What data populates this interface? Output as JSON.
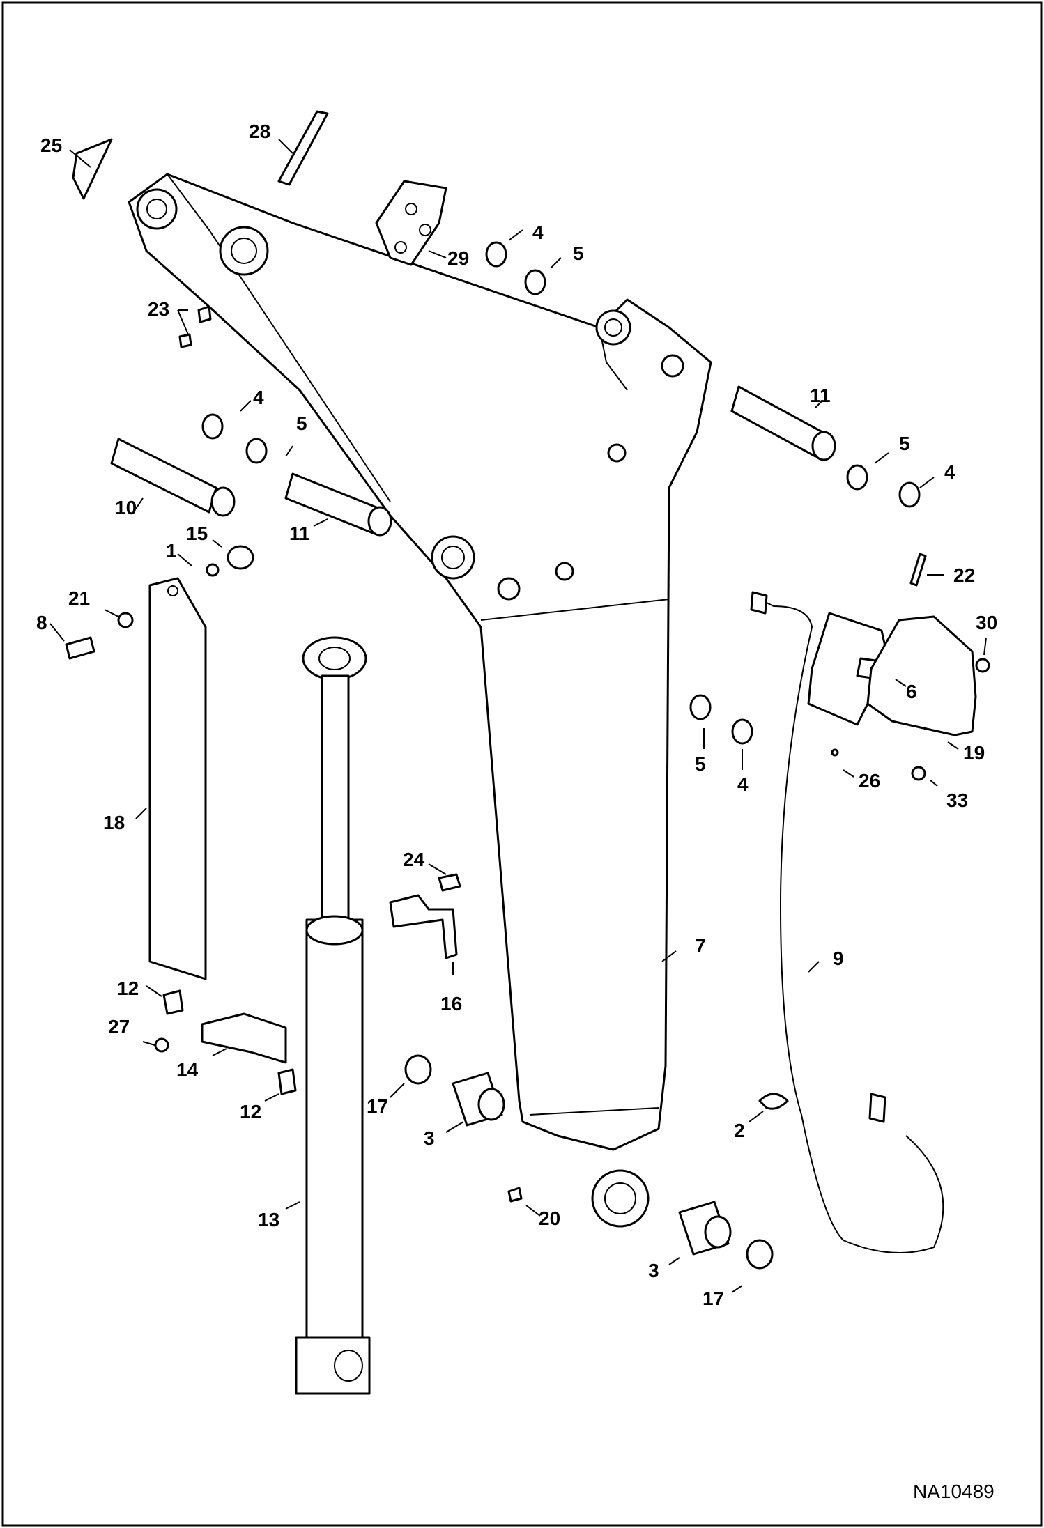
{
  "diagram": {
    "reference_number": "NA10489",
    "callouts": [
      {
        "id": "c25",
        "label": "25"
      },
      {
        "id": "c28",
        "label": "28"
      },
      {
        "id": "c29",
        "label": "29"
      },
      {
        "id": "c4a",
        "label": "4"
      },
      {
        "id": "c5a",
        "label": "5"
      },
      {
        "id": "c23",
        "label": "23"
      },
      {
        "id": "c4b",
        "label": "4"
      },
      {
        "id": "c5b",
        "label": "5"
      },
      {
        "id": "c11a",
        "label": "11"
      },
      {
        "id": "c5c",
        "label": "5"
      },
      {
        "id": "c4c",
        "label": "4"
      },
      {
        "id": "c10",
        "label": "10"
      },
      {
        "id": "c11b",
        "label": "11"
      },
      {
        "id": "c15",
        "label": "15"
      },
      {
        "id": "c1",
        "label": "1"
      },
      {
        "id": "c21",
        "label": "21"
      },
      {
        "id": "c8",
        "label": "8"
      },
      {
        "id": "c22",
        "label": "22"
      },
      {
        "id": "c30",
        "label": "30"
      },
      {
        "id": "c6",
        "label": "6"
      },
      {
        "id": "c19",
        "label": "19"
      },
      {
        "id": "c26",
        "label": "26"
      },
      {
        "id": "c33",
        "label": "33"
      },
      {
        "id": "c5d",
        "label": "5"
      },
      {
        "id": "c4d",
        "label": "4"
      },
      {
        "id": "c18",
        "label": "18"
      },
      {
        "id": "c24",
        "label": "24"
      },
      {
        "id": "c7",
        "label": "7"
      },
      {
        "id": "c9",
        "label": "9"
      },
      {
        "id": "c16",
        "label": "16"
      },
      {
        "id": "c12a",
        "label": "12"
      },
      {
        "id": "c27",
        "label": "27"
      },
      {
        "id": "c14",
        "label": "14"
      },
      {
        "id": "c12b",
        "label": "12"
      },
      {
        "id": "c17a",
        "label": "17"
      },
      {
        "id": "c3a",
        "label": "3"
      },
      {
        "id": "c2",
        "label": "2"
      },
      {
        "id": "c20",
        "label": "20"
      },
      {
        "id": "c13",
        "label": "13"
      },
      {
        "id": "c3b",
        "label": "3"
      },
      {
        "id": "c17b",
        "label": "17"
      }
    ]
  }
}
